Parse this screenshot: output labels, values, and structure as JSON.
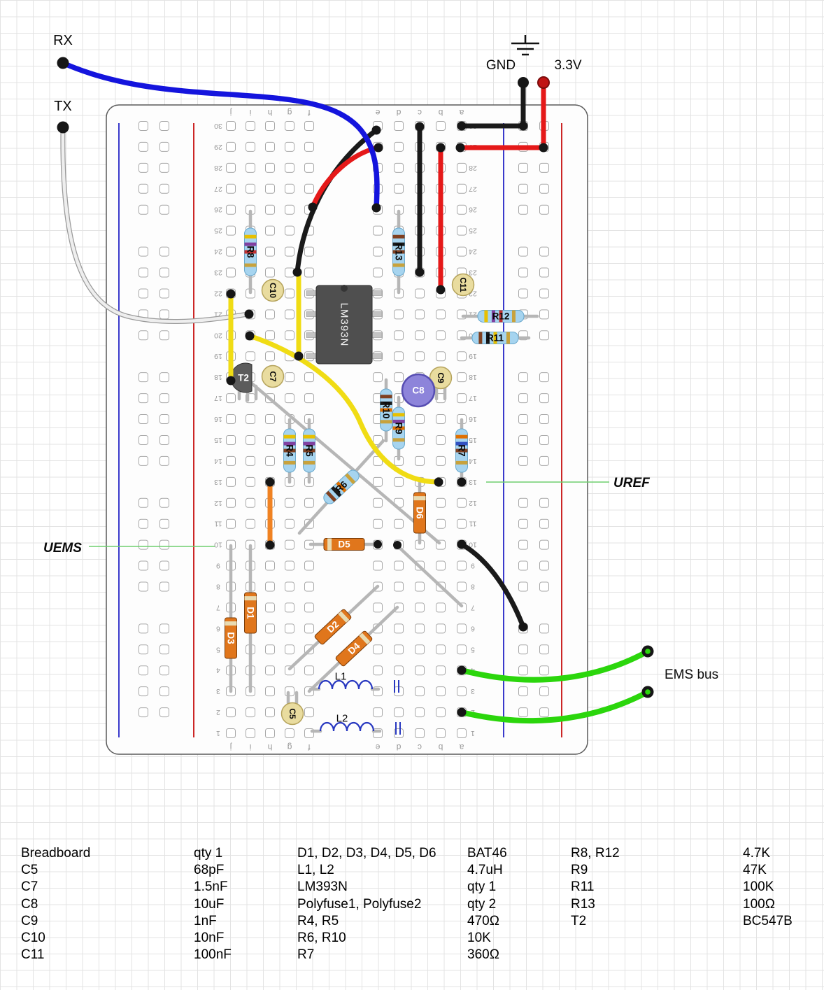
{
  "annotations": {
    "rx": "RX",
    "tx": "TX",
    "gnd": "GND",
    "v33": "3.3V",
    "uref": "UREF",
    "uems": "UEMS",
    "ems_bus": "EMS bus"
  },
  "board": {
    "row_count": 30,
    "letters_left_block": [
      "j",
      "i",
      "h",
      "g",
      "f"
    ],
    "letters_right_block": [
      "e",
      "d",
      "c",
      "b",
      "a"
    ]
  },
  "component_labels": {
    "ic": "LM393N",
    "t2": "T2",
    "r4": "R4",
    "r5": "R5",
    "r6": "R6",
    "r7": "R7",
    "r8": "R8",
    "r9": "R9",
    "r10": "R10",
    "r11": "R11",
    "r12": "R12",
    "r13": "R13",
    "c5": "C5",
    "c7": "C7",
    "c8": "C8",
    "c9": "C9",
    "c10": "C10",
    "c11": "C11",
    "d1": "D1",
    "d2": "D2",
    "d3": "D3",
    "d4": "D4",
    "d5": "D5",
    "d6": "D6",
    "l1": "L1",
    "l2": "L2"
  },
  "colors": {
    "wire_blue": "#1414dd",
    "wire_red": "#e51919",
    "wire_black": "#1a1a1a",
    "wire_yellow": "#f0dc14",
    "wire_orange": "#f08222",
    "wire_green": "#2bd60c",
    "wire_white": "#eeeeee",
    "annotation_green": "#6fcf6f",
    "resistor_body": "#a6d4ef",
    "diode_body": "#e0761c",
    "cap_disc": "#e9dc9f",
    "cap_electrolytic": "#8d84da",
    "ic_body": "#4f4f4f"
  },
  "bom": [
    [
      [
        "Breadboard",
        "qty 1"
      ],
      [
        "C5",
        "68pF"
      ],
      [
        "C7",
        "1.5nF"
      ],
      [
        "C8",
        "10uF"
      ],
      [
        "C9",
        "1nF"
      ],
      [
        "C10",
        "10nF"
      ],
      [
        "C11",
        "100nF"
      ]
    ],
    [
      [
        "D1, D2, D3, D4, D5, D6",
        "BAT46"
      ],
      [
        "L1, L2",
        "4.7uH"
      ],
      [
        "LM393N",
        "qty 1"
      ],
      [
        "Polyfuse1, Polyfuse2",
        "qty 2"
      ],
      [
        "R4, R5",
        "470Ω"
      ],
      [
        "R6, R10",
        "10K"
      ],
      [
        "R7",
        "360Ω"
      ]
    ],
    [
      [
        "R8, R12",
        "4.7K"
      ],
      [
        "R9",
        "47K"
      ],
      [
        "R11",
        "100K"
      ],
      [
        "R13",
        "100Ω"
      ],
      [
        "T2",
        "BC547B"
      ]
    ]
  ]
}
